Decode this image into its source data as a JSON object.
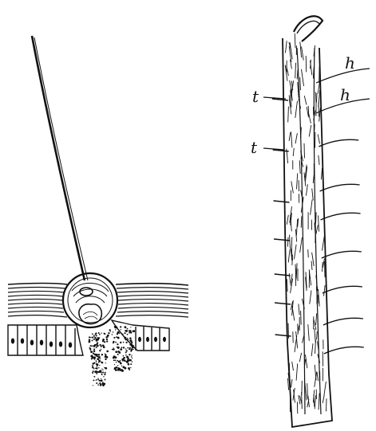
{
  "figure": {
    "left_panel": {
      "subject": "hair-socket-cross-section"
    },
    "right_panel": {
      "subject": "hairy-antenna-segment",
      "labels": [
        "t",
        "h",
        "t",
        "h"
      ]
    }
  }
}
